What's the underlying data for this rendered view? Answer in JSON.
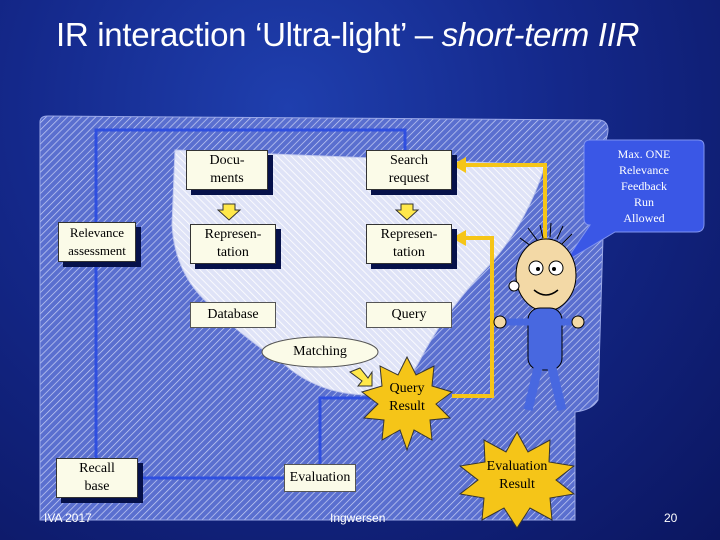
{
  "title": {
    "main": "IR interaction ‘Ultra-light’ –",
    "italic": "short-term IIR"
  },
  "nodes": {
    "documents": "Docu-\nments",
    "search_request": "Search\nrequest",
    "relevance_assessment": "Relevance\nassessment",
    "representation_left": "Represen-\ntation",
    "representation_right": "Represen-\ntation",
    "database": "Database",
    "query": "Query",
    "matching": "Matching",
    "query_result": "Query\nResult",
    "recall_base": "Recall\nbase",
    "evaluation": "Evaluation",
    "evaluation_result": "Evaluation\nResult"
  },
  "callout": "Max. ONE\nRelevance\nFeedback\nRun\nAllowed",
  "footer": {
    "left": "IVA 2017",
    "center": "Ingwersen",
    "page": "20"
  },
  "colors": {
    "background": "#14288a",
    "connector": "#2f4fe0",
    "feedback": "#f5c518",
    "box": "#fbfbe8",
    "arrow": "#ffe84a"
  }
}
